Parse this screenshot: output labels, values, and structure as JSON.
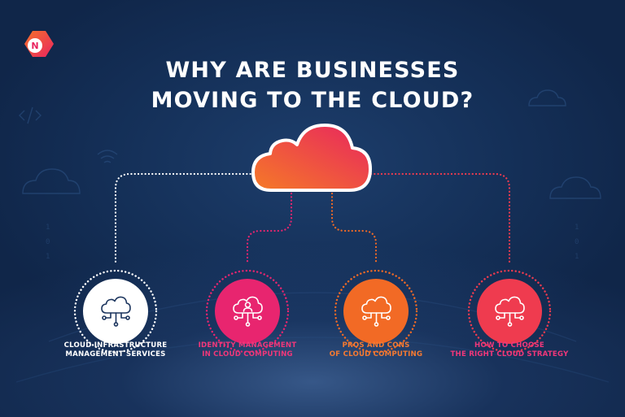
{
  "title": {
    "line1": "WHY ARE BUSINESSES",
    "line2": "MOVING TO THE CLOUD?"
  },
  "colors": {
    "background": "#112a50",
    "white": "#ffffff",
    "pink": "#e8256f",
    "orange": "#f26a25",
    "red": "#ef3b4f",
    "accent_text_pink": "#f0377a",
    "accent_text_orange": "#f57a32"
  },
  "main_icon": "cloud-icon",
  "items": [
    {
      "icon": "cloud-network-icon",
      "color": "#ffffff",
      "line1": "CLOUD INFRASTRUCTURE",
      "line2": "MANAGEMENT SERVICES"
    },
    {
      "icon": "cloud-user-icon",
      "color": "#e8256f",
      "line1": "IDENTITY MANAGEMENT",
      "line2": "IN CLOUD COMPUTING"
    },
    {
      "icon": "cloud-network-icon",
      "color": "#f26a25",
      "line1": "PROS AND CONS",
      "line2": "OF CLOUD COMPUTING"
    },
    {
      "icon": "cloud-network-icon",
      "color": "#ef3b4f",
      "line1": "HOW TO CHOOSE",
      "line2": "THE RIGHT CLOUD STRATEGY"
    }
  ]
}
